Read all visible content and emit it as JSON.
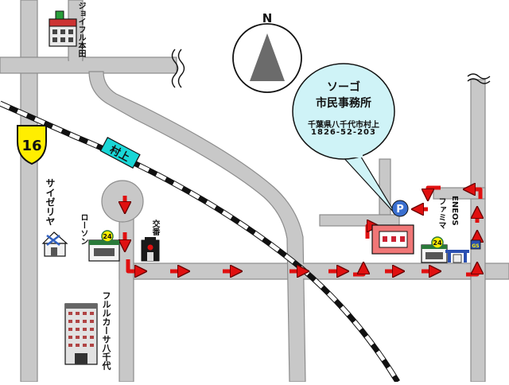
{
  "office": {
    "name": "ソーゴ",
    "subtitle": "市民事務所",
    "address": "千葉県八千代市村上",
    "phone": "1826-52-203"
  },
  "compass": {
    "label": "N"
  },
  "route": {
    "number": "16"
  },
  "railway": {
    "label": "村上"
  },
  "landmarks": {
    "joyful": "ジョイフル本田",
    "saizeriya": "サイゼリヤ",
    "lawson": "ローソン",
    "koban": "交番",
    "familymart": "ファミマ",
    "eneos": "ENEOS",
    "furukaachin": "フルルカーサ八千代",
    "parking": "P",
    "conv24_a": "24",
    "conv24_b": "24",
    "gs": "GS"
  },
  "colors": {
    "road": "#c8c8c8",
    "road_edge": "#8c8c8c",
    "arrow": "#e01010",
    "rail": "#111111",
    "bubble": "#cff3f7",
    "station_sign": "#19d6d6",
    "route_shield": "#ffee00"
  }
}
